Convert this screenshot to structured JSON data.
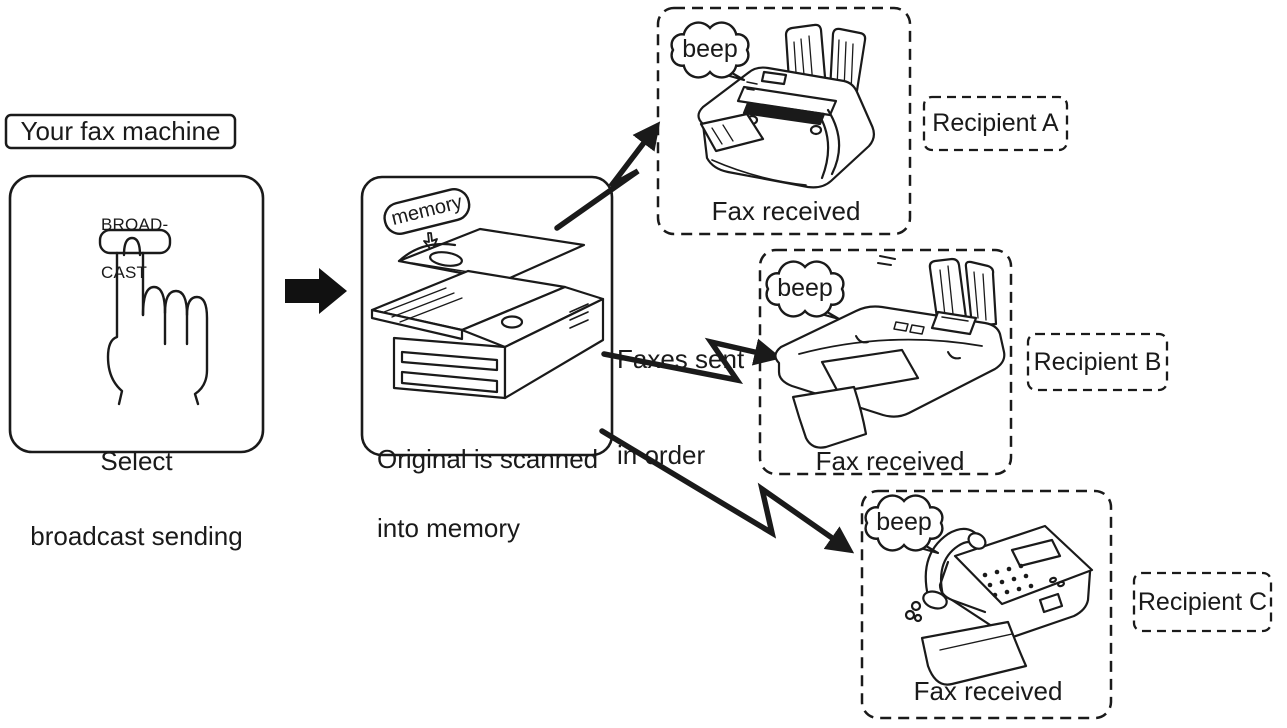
{
  "source": {
    "label": "Your fax machine",
    "button": {
      "line1": "BROAD-",
      "line2": "CAST"
    },
    "caption": {
      "line1": "Select",
      "line2": "broadcast sending"
    }
  },
  "scanner": {
    "bubble": "memory",
    "caption": {
      "line1": "Original is scanned",
      "line2": "into memory"
    }
  },
  "transfer": {
    "line1": "Faxes sent",
    "line2": "in order"
  },
  "recipients": [
    {
      "label": "Recipient A",
      "beep": "beep",
      "status": "Fax received"
    },
    {
      "label": "Recipient B",
      "beep": "beep",
      "status": "Fax received"
    },
    {
      "label": "Recipient C",
      "beep": "beep",
      "status": "Fax received"
    }
  ],
  "colors": {
    "ink": "#1a1a1a",
    "paper": "#ffffff"
  }
}
